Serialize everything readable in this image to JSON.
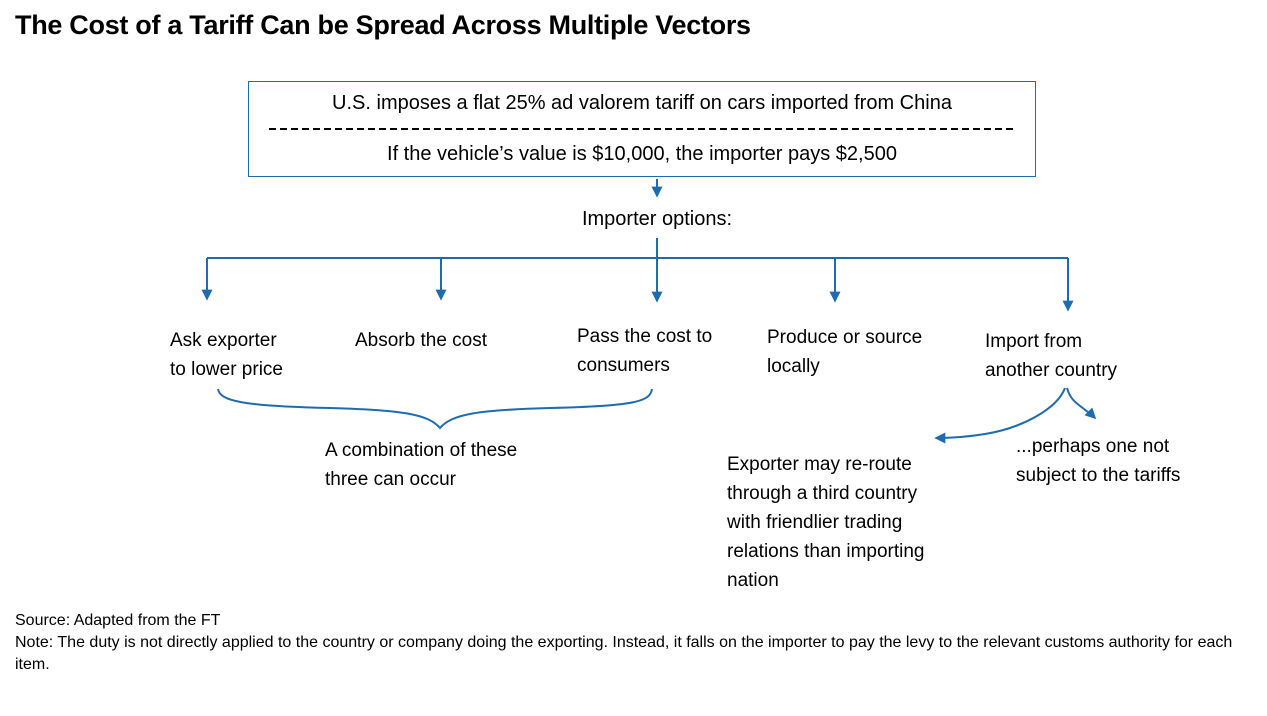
{
  "title": "The Cost of a Tariff Can be Spread Across Multiple Vectors",
  "colors": {
    "accent": "#1F6BB0",
    "text": "#000000",
    "background": "#FFFFFF"
  },
  "tariff_box": {
    "line1": "U.S. imposes a flat 25% ad valorem tariff on cars imported from China",
    "line2": "If the vehicle’s value is $10,000, the importer pays $2,500"
  },
  "importer_options_label": "Importer options:",
  "options": [
    {
      "label": "Ask exporter\nto lower price"
    },
    {
      "label": "Absorb the cost"
    },
    {
      "label": "Pass the cost to\nconsumers"
    },
    {
      "label": "Produce or source\nlocally"
    },
    {
      "label": "Import from\nanother country"
    }
  ],
  "annotations": {
    "combination": "A combination of these\nthree can occur",
    "reroute": "Exporter may re-route\nthrough a third country\nwith friendlier trading\nrelations than importing\nnation",
    "perhaps": "...perhaps one not\nsubject to the tariffs"
  },
  "footer": {
    "source": "Source: Adapted from the FT",
    "note": "Note: The duty is not directly applied to the country or company doing the exporting. Instead, it falls on the importer to pay the levy to the relevant customs authority for each item."
  }
}
